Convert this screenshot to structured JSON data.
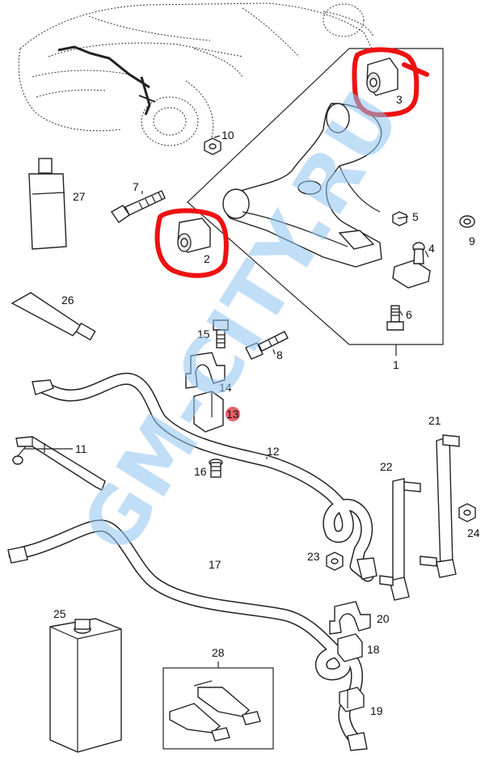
{
  "watermark": "GM-CITY.RU",
  "labels": {
    "p1": "1",
    "p2": "2",
    "p3": "3",
    "p4": "4",
    "p5": "5",
    "p6": "6",
    "p7": "7",
    "p8": "8",
    "p9": "9",
    "p10": "10",
    "p11": "11",
    "p12": "12",
    "p13": "13",
    "p14": "14",
    "p15": "15",
    "p16": "16",
    "p17": "17",
    "p18": "18",
    "p19": "19",
    "p20": "20",
    "p21": "21",
    "p22": "22",
    "p23": "23",
    "p24": "24",
    "p25": "25",
    "p26": "26",
    "p27": "27",
    "p28": "28"
  },
  "colors": {
    "highlight": "#ee1111",
    "marker_dot": "#e8626a",
    "watermark": "#8fc4f2"
  }
}
